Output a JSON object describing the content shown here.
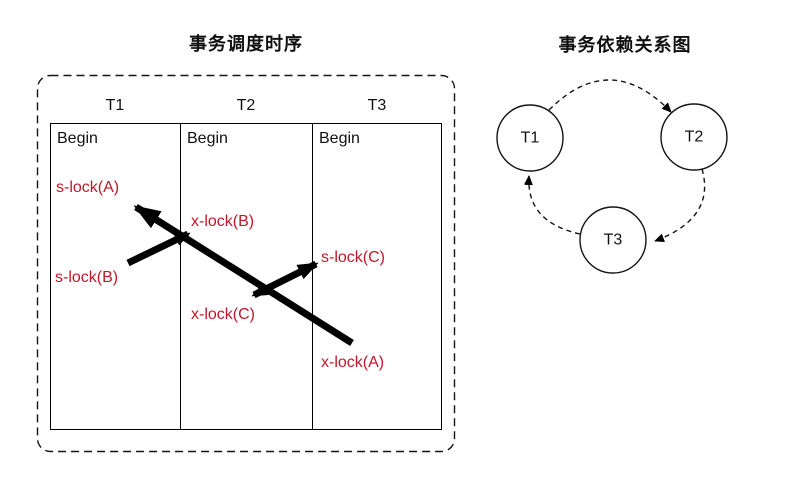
{
  "schedule": {
    "title": "事务调度时序",
    "columns": [
      {
        "header": "T1",
        "begin": "Begin"
      },
      {
        "header": "T2",
        "begin": "Begin"
      },
      {
        "header": "T3",
        "begin": "Begin"
      }
    ],
    "operations": [
      {
        "txn": "T1",
        "label": "s-lock(A)"
      },
      {
        "txn": "T2",
        "label": "x-lock(B)"
      },
      {
        "txn": "T3",
        "label": "s-lock(C)"
      },
      {
        "txn": "T1",
        "label": "s-lock(B)"
      },
      {
        "txn": "T2",
        "label": "x-lock(C)"
      },
      {
        "txn": "T3",
        "label": "x-lock(A)"
      }
    ],
    "wait_arrows": [
      {
        "from": "T1:s-lock(B)",
        "to": "T2:x-lock(B)"
      },
      {
        "from": "T2:x-lock(C)",
        "to": "T3:s-lock(C)"
      },
      {
        "from": "T3:x-lock(A)",
        "to": "T1:s-lock(A)"
      }
    ]
  },
  "dependency_graph": {
    "title": "事务依赖关系图",
    "nodes": [
      {
        "label": "T1"
      },
      {
        "label": "T2"
      },
      {
        "label": "T3"
      }
    ],
    "edges": [
      {
        "from": "T1",
        "to": "T2"
      },
      {
        "from": "T2",
        "to": "T3"
      },
      {
        "from": "T3",
        "to": "T1"
      }
    ]
  },
  "colors": {
    "lock_label": "#c0182b",
    "stroke": "#000000"
  }
}
